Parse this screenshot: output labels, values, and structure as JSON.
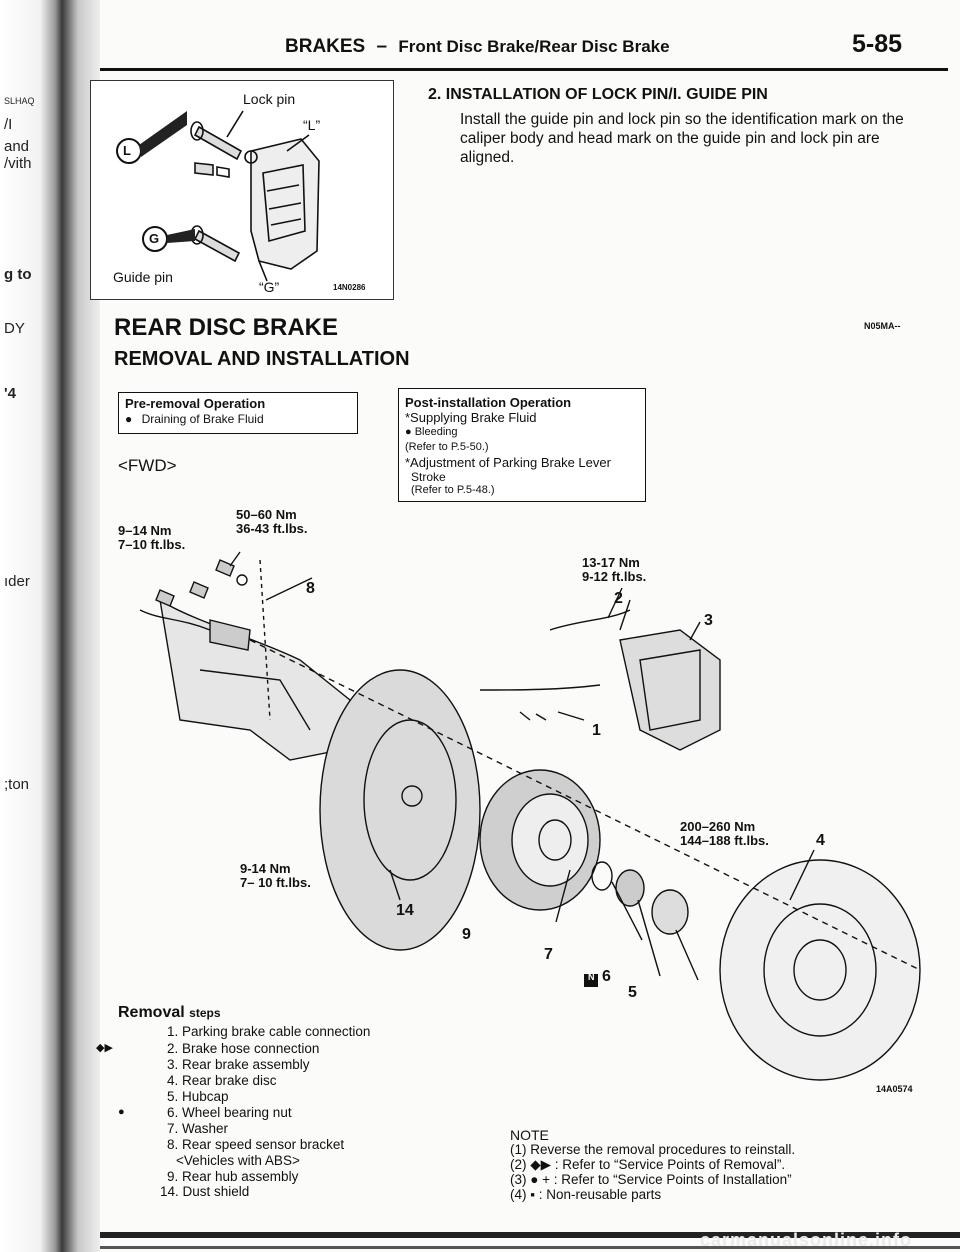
{
  "header": {
    "title": "BRAKES",
    "dash": "–",
    "subtitle": "Front Disc Brake/Rear Disc Brake",
    "page_number": "5-85"
  },
  "margin_fragments": [
    "SLHAQ",
    "/I",
    "and",
    "/vith",
    "g to",
    "DY",
    "'4",
    "ıder",
    ";ton"
  ],
  "inset_figure": {
    "lock_pin_label": "Lock pin",
    "l_mark": "“L”",
    "guide_pin_label": "Guide pin",
    "g_mark": "“G”",
    "l_badge": "L",
    "g_badge": "G",
    "code": "14N0286"
  },
  "installation_section": {
    "heading": "2. INSTALLATION OF LOCK PIN/I. GUIDE PIN",
    "body": "Install the guide pin and lock pin so the identification mark on the caliper body and head mark on the guide pin and lock pin are aligned."
  },
  "section": {
    "title": "REAR DISC BRAKE",
    "code": "N05MA--",
    "subtitle": "REMOVAL AND INSTALLATION"
  },
  "pre_removal": {
    "title": "Pre-removal Operation",
    "bullet": "●",
    "item": "Draining of Brake Fluid"
  },
  "post_installation": {
    "title": "Post-installation Operation",
    "lines": [
      "*Supplying Brake Fluid",
      "● Bleeding",
      "(Refer to P.5-50.)",
      "*Adjustment of Parking Brake Lever",
      "Stroke",
      "(Refer to P.5-48.)"
    ]
  },
  "fwd_label": "<FWD>",
  "torque_specs": {
    "t1_nm": "50–60 Nm",
    "t1_ft": "36-43 ft.lbs.",
    "t2_nm": "9–14 Nm",
    "t2_ft": "7–10 ft.lbs.",
    "t3_nm": "13-17 Nm",
    "t3_ft": "9-12 ft.lbs.",
    "t4_nm": "200–260 Nm",
    "t4_ft": "144–188 ft.lbs.",
    "t5_nm": "9-14 Nm",
    "t5_ft": "7– 10 ft.lbs."
  },
  "callouts": {
    "c1": "1",
    "c2": "2",
    "c3": "3",
    "c4": "4",
    "c5": "5",
    "c6": "6",
    "c7": "7",
    "c8": "8",
    "c9": "9",
    "c14": "14",
    "n_badge": "N"
  },
  "figure_code": "14A0574",
  "removal_steps": {
    "title": "Removal",
    "title_suffix": "steps",
    "marker_arrows": "◆▶",
    "marker_dot": "●",
    "steps": [
      "1. Parking brake cable connection",
      "2. Brake hose connection",
      "3. Rear brake assembly",
      "4. Rear brake disc",
      "5. Hubcap",
      "6. Wheel bearing nut",
      "7. Washer",
      "8. Rear speed sensor bracket",
      "<Vehicles with ABS>",
      "9. Rear hub assembly",
      "14. Dust shield"
    ]
  },
  "note": {
    "title": "NOTE",
    "lines": [
      "(1) Reverse the removal procedures to reinstall.",
      "(2) ◆▶ : Refer to “Service Points of Removal”.",
      "(3) ●   + : Refer to “Service Points of Installation”",
      "(4) ▪ : Non-reusable parts"
    ]
  },
  "watermark": "carmanualsonline.info"
}
